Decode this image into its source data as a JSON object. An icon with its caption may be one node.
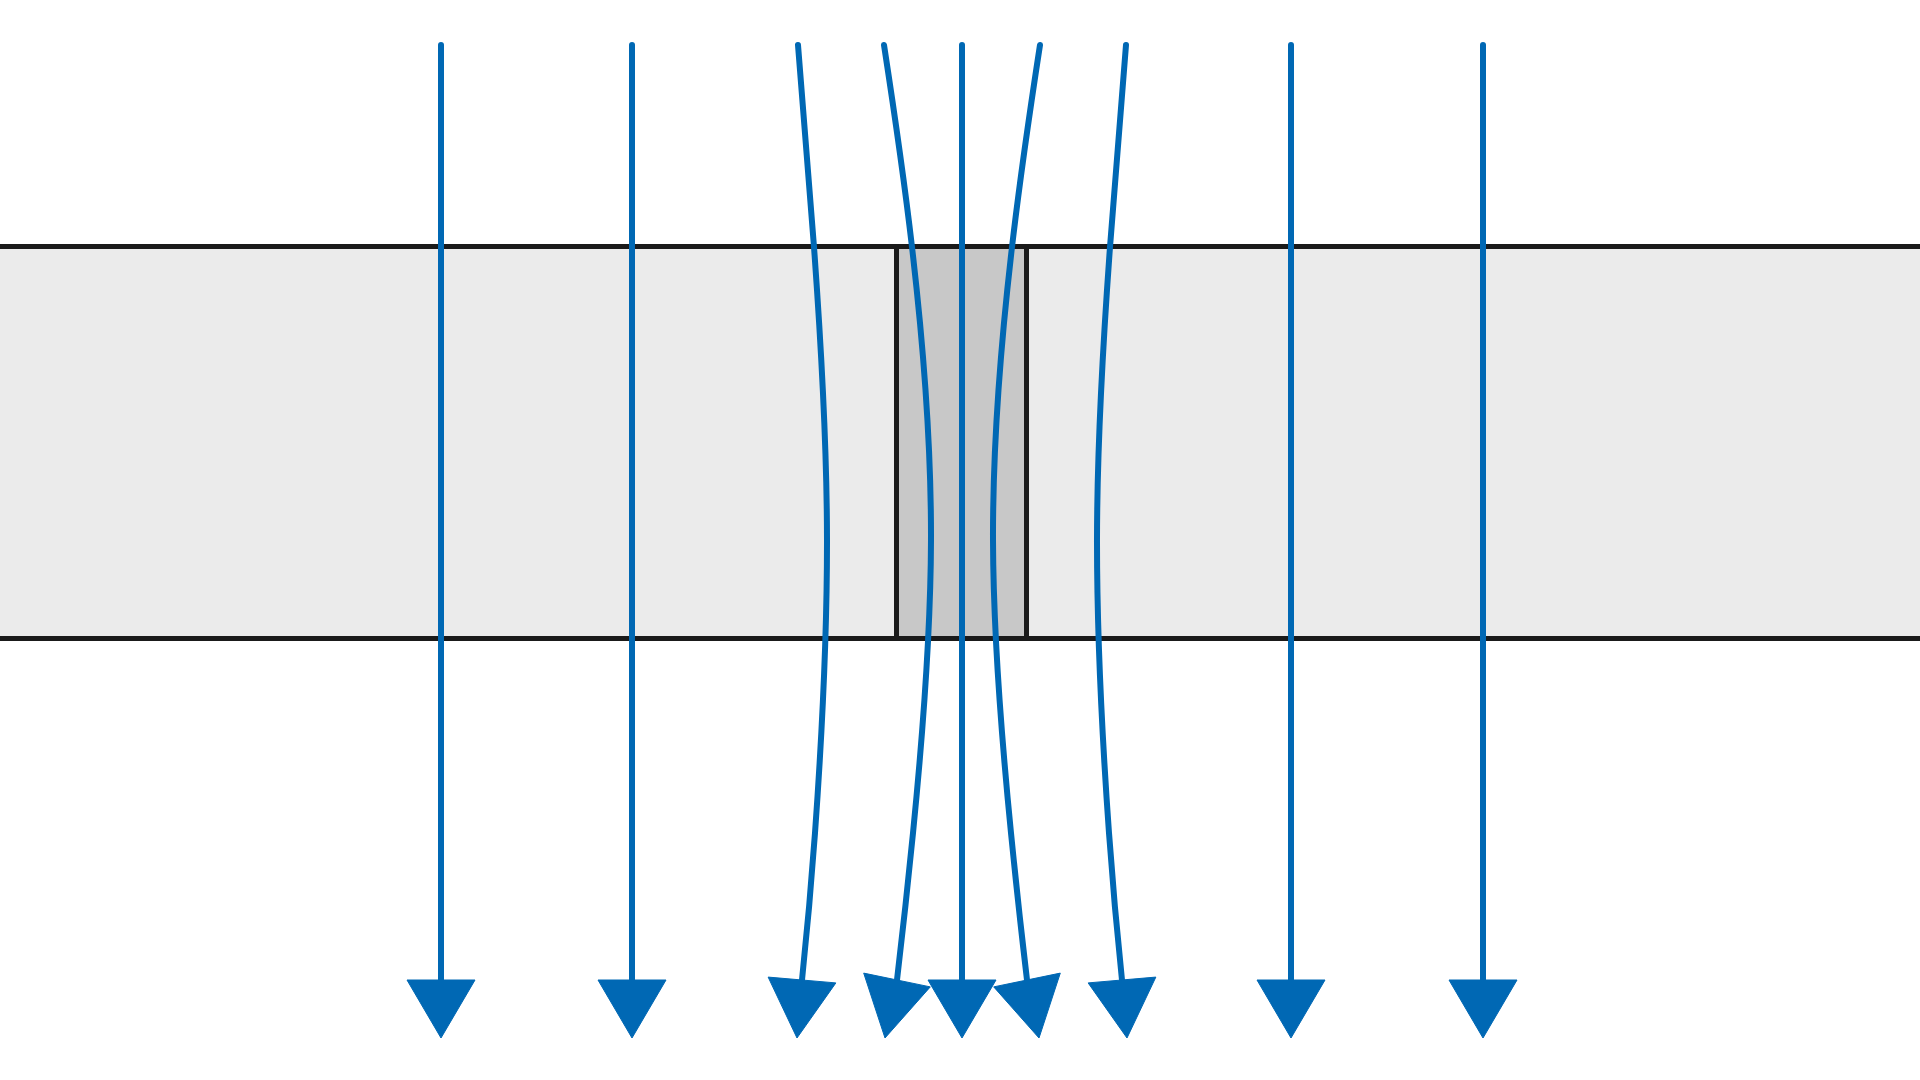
{
  "diagram": {
    "nodes": [
      {
        "text": [],
        "shape": "bar"
      },
      {
        "text": [],
        "shape": "box",
        "in": 0
      }
    ]
  }
}
